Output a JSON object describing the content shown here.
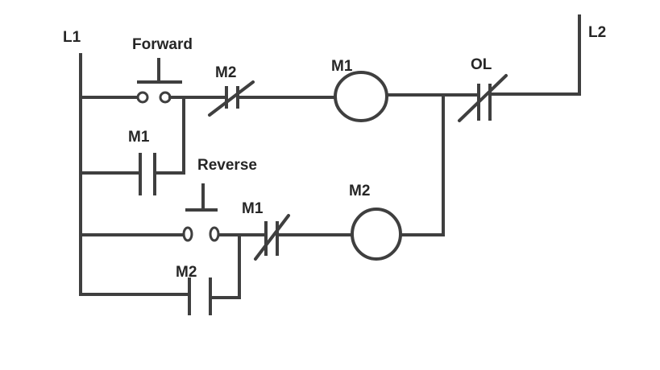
{
  "rails": {
    "left_label": "L1",
    "right_label": "L2"
  },
  "rung1": {
    "pushbutton_label": "Forward",
    "interlock_contact_label": "M2",
    "coil_label": "M1",
    "overload_label": "OL"
  },
  "rung1_seal": {
    "contact_label": "M1"
  },
  "rung2": {
    "pushbutton_label": "Reverse",
    "interlock_contact_label": "M1",
    "coil_label": "M2"
  },
  "rung2_seal": {
    "contact_label": "M2"
  }
}
